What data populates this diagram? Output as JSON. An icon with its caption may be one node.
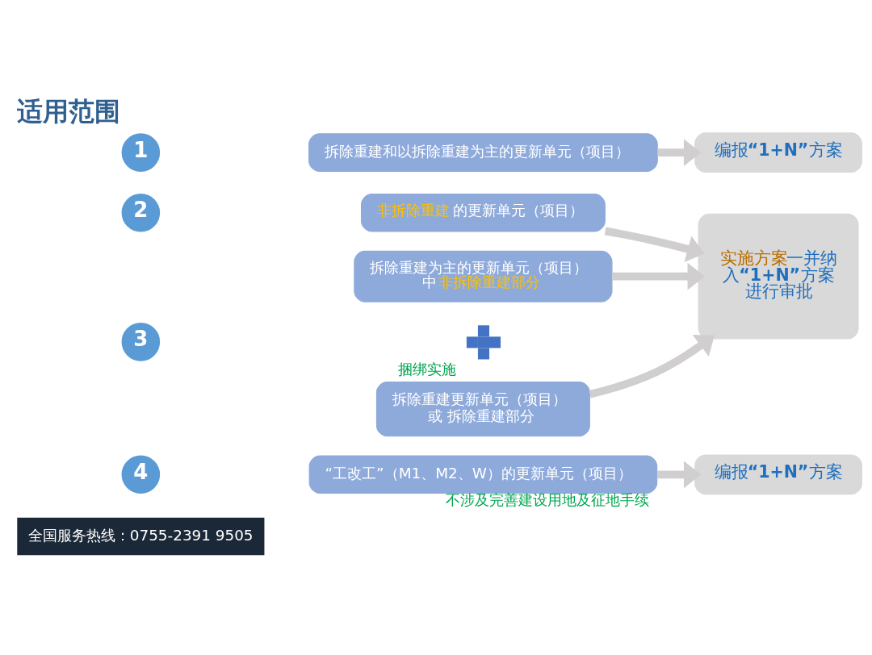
{
  "diagram": {
    "title": "适用范围",
    "nodes": [
      {
        "text": [
          "1"
        ]
      },
      {
        "text": [
          "拆除重建和以拆除重建为主的更新单元（项目）"
        ]
      },
      {
        "text": [
          "编报**“1+N”**方案"
        ]
      },
      {
        "text": [
          "2"
        ]
      },
      {
        "text": [
          "**非拆除重建**的更新单元（项目）"
        ]
      },
      {
        "text": [
          "3"
        ]
      },
      {
        "text": [
          "拆除重建为主的更新单元（项目）中**非拆除重建部分**"
        ]
      },
      {
        "text": [],
        "shape": "plus",
        "beside": [
          "捆绑实施"
        ]
      },
      {
        "text": [
          "拆除重建更新单元（项目）或 拆除重建部分"
        ]
      },
      {
        "text": [
          "**实施方案**一并纳入**“1+N”**方案进行审批"
        ]
      },
      {
        "text": [
          "4"
        ]
      },
      {
        "text": [
          "“工改工”（M1、M2、W）的更新单元（项目）"
        ],
        "beside": [
          "不涉及完善建设用地及征地手续"
        ]
      },
      {
        "text": [
          "编报**“1+N”**方案"
        ]
      }
    ],
    "edges": [
      {
        "from": 1,
        "to": 2,
        "arrow": "to"
      },
      {
        "from": 4,
        "to": 9,
        "arrow": "to"
      },
      {
        "from": 6,
        "to": 9,
        "arrow": "to"
      },
      {
        "from": 8,
        "to": 9,
        "arrow": "to"
      },
      {
        "from": 11,
        "to": 12,
        "arrow": "to"
      }
    ],
    "labels": [
      "全国服务热线：0755-2391 9505"
    ]
  }
}
